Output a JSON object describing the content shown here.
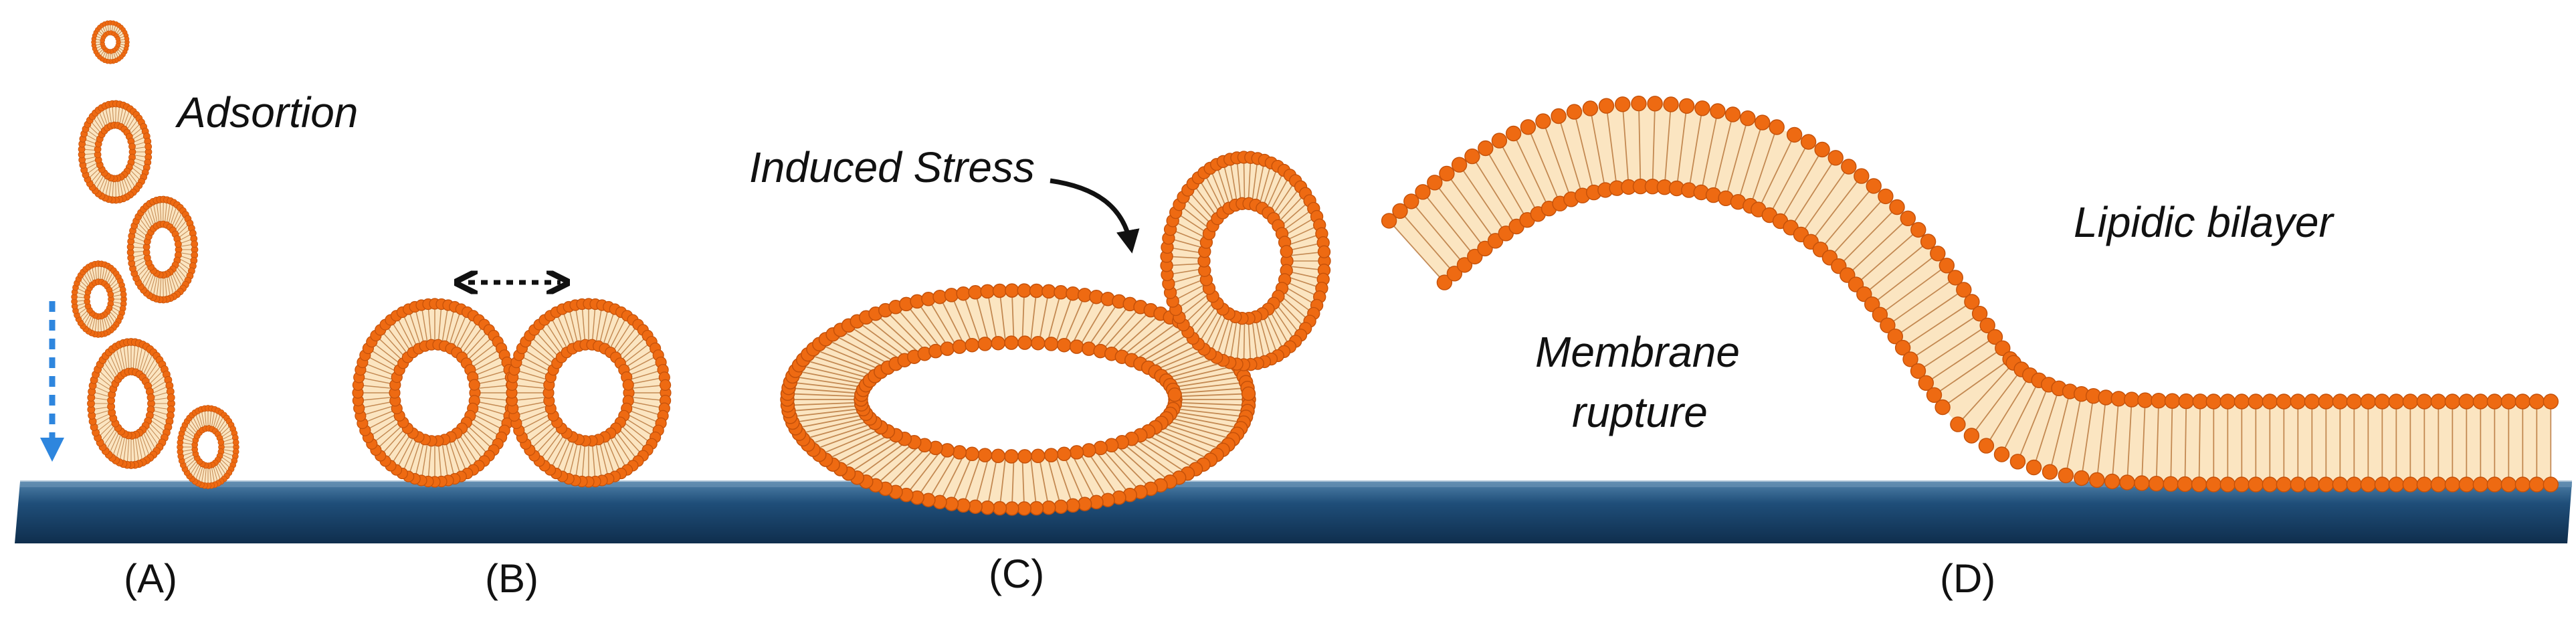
{
  "labels": {
    "adsortion": "Adsortion",
    "induced_stress": "Induced Stress",
    "membrane_rupture_1": "Membrane",
    "membrane_rupture_2": "rupture",
    "lipidic_bilayer": "Lipidic bilayer"
  },
  "stages": {
    "a": "(A)",
    "b": "(B)",
    "c": "(C)",
    "d": "(D)"
  },
  "colors": {
    "head": "#ee6a12",
    "head_edge": "#c4510a",
    "core": "#fbe5c1",
    "tail": "#b06a2c",
    "substrate_top": "#3f6f98",
    "substrate": "#1f4e79",
    "substrate_dark": "#0f2e4d",
    "arrow_blue": "#2e86de",
    "text": "#111111"
  }
}
